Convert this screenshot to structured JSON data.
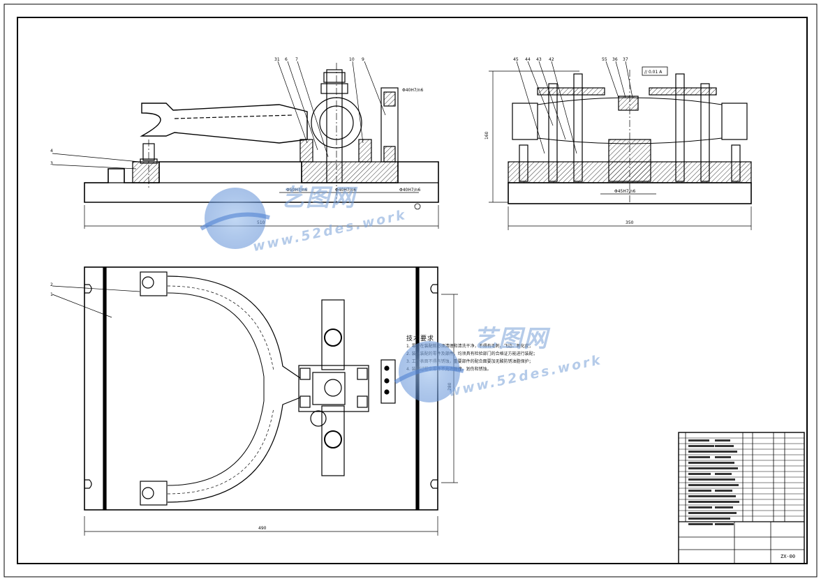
{
  "drawing": {
    "code": "ZX-00",
    "tech_requirements": {
      "title": "技术要求",
      "items": [
        "1. 零件在装配前必须清理和清洗干净，不得有毛刺、飞边、氧化皮；",
        "2. 装入装配的零件及部件，均须具有检验部门的合格证方能进行装配；",
        "3. 工件表面不得有锈蚀，重要部件的配合面要加无酸防锈油脂保护；",
        "4. 装配过程中零件不允许碰撞、划伤和锈蚀。"
      ]
    },
    "front_view": {
      "part_callouts": [
        "4",
        "3",
        "31",
        "6",
        "7",
        "10",
        "9"
      ],
      "fit_labels": [
        "Φ40H7/n6",
        "Φ50H7/n6",
        "Φ40H7/n6",
        "Φ40H7/n6"
      ],
      "width_dim": "510"
    },
    "side_view": {
      "part_callouts": [
        "45",
        "44",
        "43",
        "42",
        "55",
        "36",
        "37"
      ],
      "tolerance_frame": "// 0.01 A",
      "height_dim": "160",
      "fit_label": "Φ45H7/n6",
      "width_dim": "350"
    },
    "top_view": {
      "part_callouts": [
        "2",
        "1"
      ],
      "width_dim": "490",
      "height_dim": "280"
    },
    "watermark": {
      "cn": "艺图网",
      "url": "www.52des.work"
    }
  }
}
